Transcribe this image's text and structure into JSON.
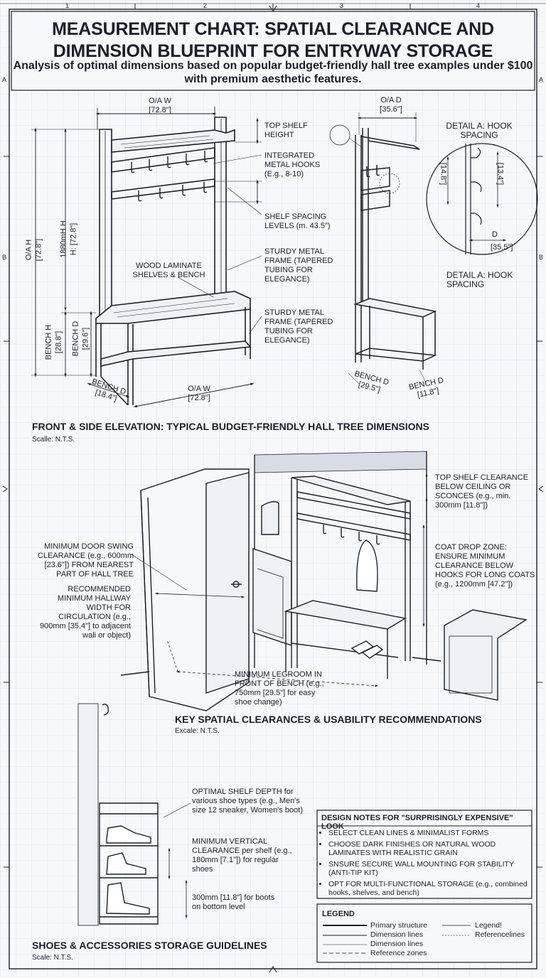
{
  "title": "MEASUREMENT CHART: SPATIAL CLEARANCE AND DIMENSION BLUEPRINT FOR ENTRYWAY STORAGE",
  "subtitle": "Analysis of optimal dimensions based on popular budget-friendly hall tree examples under $100 with premium aesthetic features.",
  "grid_refs": {
    "cols": [
      "1",
      "2",
      "3",
      "4"
    ],
    "rows": [
      "A",
      "B"
    ]
  },
  "front_elevation": {
    "ow_top": "O/A W",
    "ow_top_val": "[72.8\"]",
    "oa_h": "O/A H",
    "oa_h_val": "[72.8\"]",
    "h1": "1880mH H",
    "h2": "H: [72.8\"]",
    "bench_h": "BENCH H",
    "bench_h_val": "[28.8\"]",
    "bench_d_v": "BENCH D",
    "bench_d_v_val": "[29.6\"]",
    "bench_d_b": "BENCH D",
    "bench_d_b_val": "[18.4\"]",
    "ow_bottom": "O/A W",
    "ow_bottom_val": "[72.8\"]",
    "wood": "WOOD LAMINATE SHELVES & BENCH",
    "top_shelf": "TOP SHELF HEIGHT",
    "hooks": "INTEGRATED METAL HOOKS (E.g., 8-10)",
    "shelf_spacing": "SHELF SPACING LEVELS (m. 43.5\")",
    "frame1": "STURDY METAL FRAME (TAPERED TUBING FOR ELEGANCE)",
    "frame2": "STURDY METAL FRAME (TAPERED TUBING FOR ELEGANCE)"
  },
  "side_elevation": {
    "oa_d": "O/A D",
    "oa_d_val": "[35.6\"]",
    "bench_d1": "BENCH D",
    "bench_d1_val": "[29.5\"]",
    "bench_d2": "BENCH D",
    "bench_d2_val": "[11.8\"]"
  },
  "detail": {
    "title": "DETAIL A: HOOK SPACING",
    "v1": "[14.8\"]",
    "v2": "[13.4\"]",
    "d": "D",
    "d_val": "[35.5\"]",
    "caption": "DETAIL A: HOOK SPACING"
  },
  "section1": {
    "heading": "FRONT & SIDE ELEVATION: TYPICAL BUDGET-FRIENDLY HALL TREE DIMENSIONS",
    "scale": "Scalle: N.T.S."
  },
  "clearance": {
    "door_swing": "MINIMUM DOOR SWING CLEARANCE (e.g., 600mm [23.6\"]) FROM NEAREST PART OF HALL TREE",
    "hallway": "RECOMMENDED MINIMUM HALLWAY WIDTH FOR CIRCULATION (e.g., 900mm [35.4\"] to adjacent wali or object)",
    "legroom": "MINIMUM LEGROOM IN FRONT OF BENCH (e.g., 750mm [29.5\"] for easy shoe change)",
    "top_shelf": "TOP SHELF CLEARANCE BELOW CEILING OR SCONCES (e.g., min. 300mm [11.8\"])",
    "coat_drop": "COAT DROP ZONE: ENSURE MINIMUM CLEARANCE BELOW HOOKS FOR LONG COATS (e.g., 1200mm [47.2\"])"
  },
  "section2": {
    "heading": "KEY SPATIAL CLEARANCES & USABILITY RECOMMENDATIONS",
    "scale": "Excale: N.T.S."
  },
  "shoes": {
    "depth": "OPTIMAL SHELF DEPTH for various shoe types (e.g., Men's size 12 sneaker, Women's boot)",
    "vertical": "MINIMUM VERTICAL CLEARANCE per shelf (e.g., 180mm [7.1\"]) for regular shoes",
    "boots": "300mm [11.8\"] for boots on bottom level"
  },
  "notes": {
    "title": "DESIGN NOTES FOR \"SURPRISINGLY EXPENSIVE\" LOOK",
    "items": [
      "SELECT CLEAN LINES & MINIMALIST FORMS",
      "CHOOSE DARK FINISHES OR NATURAL WOOD LAMINATES WITH REALISTIC GRAIN",
      "SNSURE SECURE WALL MOUNTING FOR STABILITY (ANTI-TIP KIT)",
      "OPT FOR MULTI-FUNCTIONAL STORAGE (e.g., combined hooks, shelves, and bench)"
    ]
  },
  "legend": {
    "title": "LEGEND",
    "items": [
      "Primary structure",
      "Dimension lines",
      "Dimension lines",
      "Reference zones"
    ],
    "right_items": [
      "Legend!",
      "Referencelines"
    ]
  },
  "section3": {
    "heading": "SHOES & ACCESSORIES STORAGE GUIDELINES",
    "scale": "Scale: N.T.S."
  }
}
